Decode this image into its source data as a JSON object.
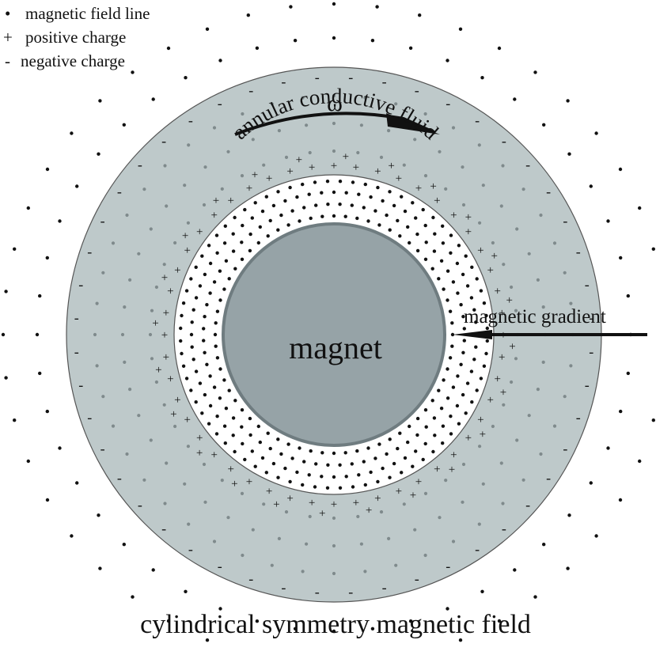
{
  "legend": {
    "items": [
      {
        "symbol": "•",
        "label": "magnetic field line"
      },
      {
        "symbol": "+",
        "label": "positive charge"
      },
      {
        "symbol": "-",
        "label": "negative charge"
      }
    ]
  },
  "labels": {
    "omega": "ω",
    "fluid": "annular conductive fluid",
    "magnet": "magnet",
    "gradient": "magnetic gradient",
    "caption": "cylindrical symmetry magnetic field"
  },
  "colors": {
    "annulus_fill": "#bec9ca",
    "magnet_fill": "#96a3a7",
    "magnet_stroke": "#6f7c80",
    "dot_outside": "#111111",
    "dot_in_fluid": "#7f8a8c",
    "dot_inner_gap": "#111111",
    "charge_marks": "#111111"
  },
  "diagram": {
    "field_line_spokes": 48,
    "positive_charge_marks": 48,
    "negative_charge_marks": 48,
    "rotation_direction": "clockwise"
  }
}
